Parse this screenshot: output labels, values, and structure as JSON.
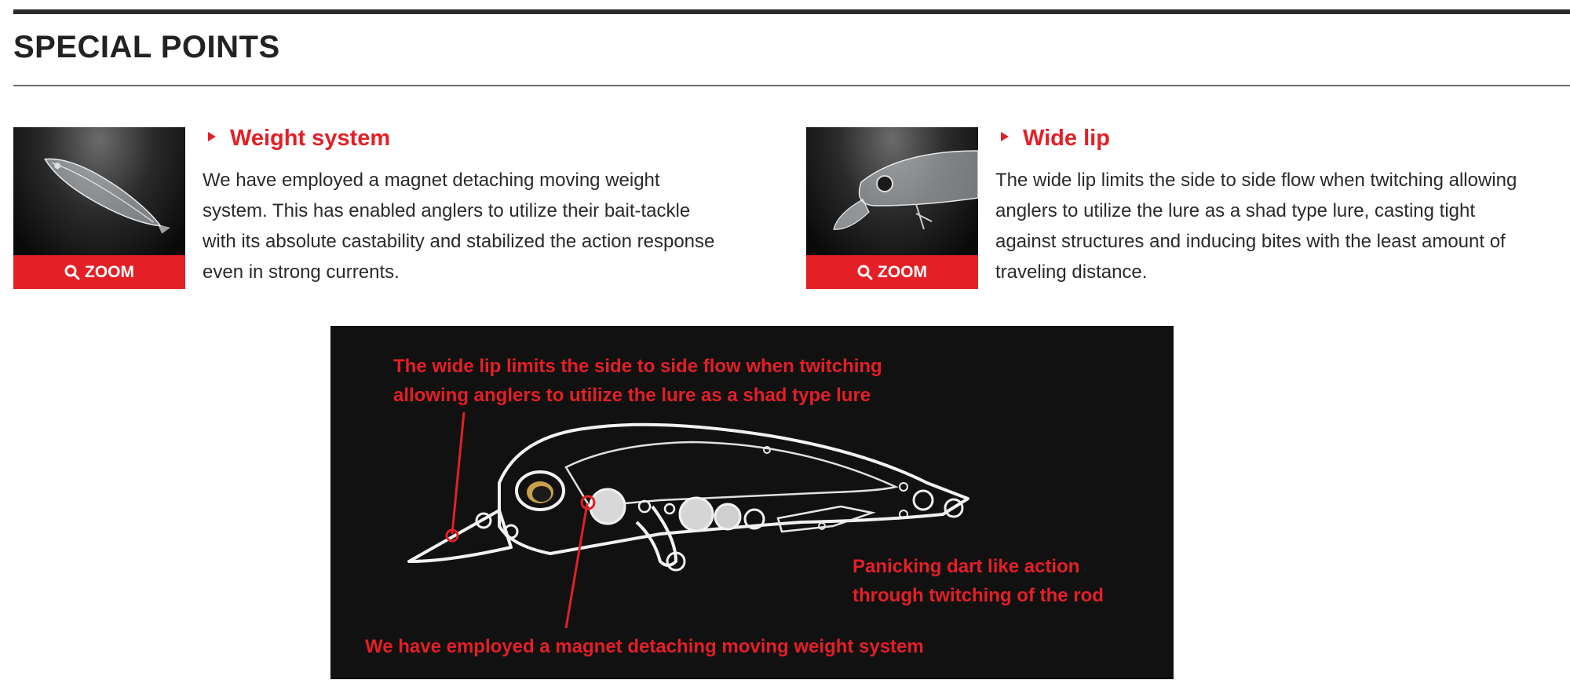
{
  "section": {
    "title": "SPECIAL POINTS"
  },
  "features": [
    {
      "title": "Weight system",
      "zoom_label": "ZOOM",
      "lines": [
        "We have employed a magnet detaching moving weight",
        "system. This has enabled anglers to utilize their bait-tackle",
        "with its absolute castability and stabilized the action response",
        "even in strong currents."
      ]
    },
    {
      "title": "Wide lip",
      "zoom_label": "ZOOM",
      "lines": [
        "The wide lip limits the side to side flow when twitching allowing",
        "anglers to utilize the lure as a shad type lure, casting tight",
        "against structures and inducing bites with the least amount of",
        "traveling distance."
      ]
    }
  ],
  "diagram": {
    "callout_lip": [
      "The wide lip limits the side to side flow when twitching",
      "allowing anglers to utilize the lure as a shad type lure"
    ],
    "callout_action": [
      "Panicking dart like action",
      "through twitching of the rod"
    ],
    "callout_weight": "We have employed a magnet detaching moving weight system"
  },
  "colors": {
    "accent": "#e41f26",
    "dark": "#2b2b2b",
    "diagram_bg": "#111111"
  }
}
